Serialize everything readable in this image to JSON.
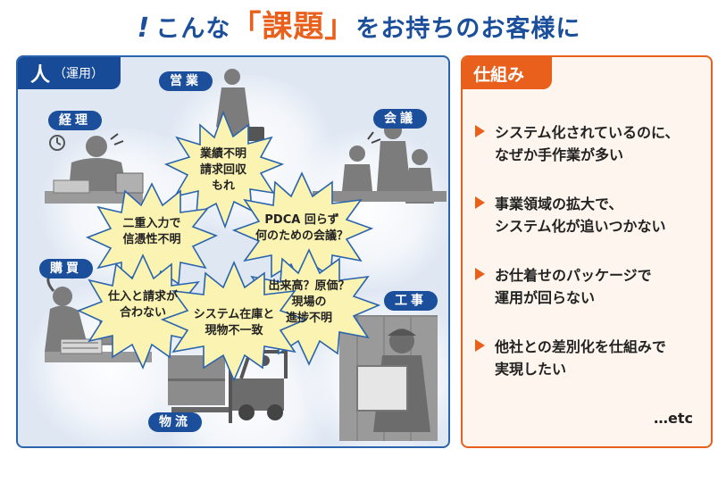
{
  "header": {
    "exclaim": "!",
    "pre": "こんな",
    "highlight": "「課題」",
    "post": "をお持ちのお客様に"
  },
  "left_panel": {
    "tab_main": "人",
    "tab_sub": "（運用）",
    "departments": {
      "sales": "営業",
      "accounting": "経理",
      "meeting": "会議",
      "purchasing": "購買",
      "construction": "工事",
      "logistics": "物流"
    },
    "bursts": {
      "center_top": [
        "業績不明",
        "請求回収",
        "もれ"
      ],
      "left_upper": [
        "二重入力で",
        "信憑性不明"
      ],
      "right_upper": [
        "PDCA 回らず",
        "何のための会議？"
      ],
      "left_lower": [
        "仕入と請求が",
        "合わない"
      ],
      "right_lower": [
        "出来高？原価？",
        "現場の",
        "進捗不明"
      ],
      "center_bottom": [
        "システム在庫と",
        "現物不一致"
      ]
    }
  },
  "right_panel": {
    "tab": "仕組み",
    "issues": [
      [
        "システム化されているのに、",
        "なぜか手作業が多い"
      ],
      [
        "事業領域の拡大で、",
        "システム化が追いつかない"
      ],
      [
        "お仕着せのパッケージで",
        "運用が回らない"
      ],
      [
        "他社との差別化を仕組みで",
        "実現したい"
      ]
    ],
    "etc": "…etc"
  },
  "colors": {
    "navy": "#1b4e9b",
    "orange": "#e8601c",
    "burst_fill": "#fbf3b2",
    "burst_stroke": "#2a64ad",
    "silhouette": "#7f7f7f"
  }
}
